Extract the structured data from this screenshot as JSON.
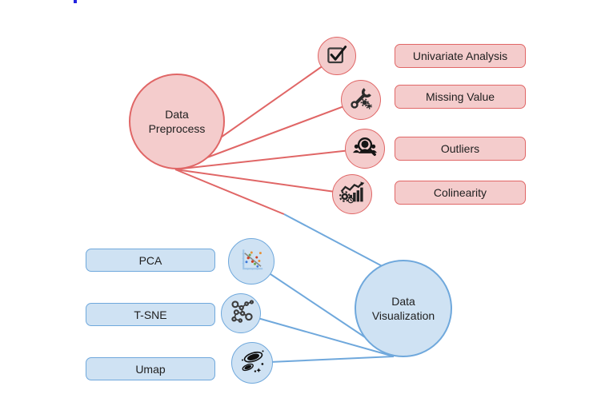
{
  "colors": {
    "pink_fill": "#f4cccc",
    "pink_stroke": "#e06666",
    "blue_fill": "#cfe2f3",
    "blue_stroke": "#6fa8dc",
    "text": "#202020",
    "artifact_blue": "#2323e0"
  },
  "preprocess": {
    "title": "Data Preprocess",
    "items": [
      {
        "label": "Univariate Analysis",
        "icon": "checkbox-icon"
      },
      {
        "label": "Missing Value",
        "icon": "tools-icon"
      },
      {
        "label": "Outliers",
        "icon": "magnifier-person-icon"
      },
      {
        "label": "Colinearity",
        "icon": "chart-gear-icon"
      }
    ]
  },
  "visualization": {
    "title": "Data Visualization",
    "items": [
      {
        "label": "PCA",
        "icon": "scatter-plot-icon"
      },
      {
        "label": "T-SNE",
        "icon": "network-graph-icon"
      },
      {
        "label": "Umap",
        "icon": "galaxy-icon"
      }
    ]
  }
}
